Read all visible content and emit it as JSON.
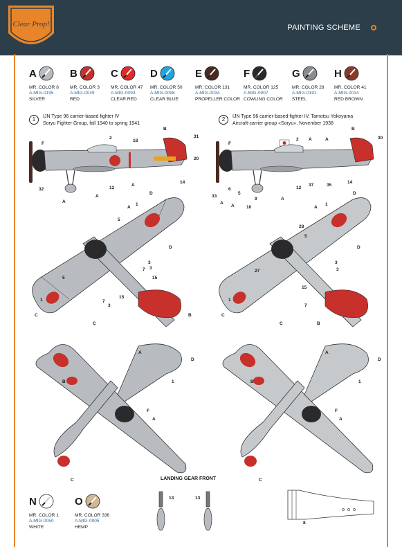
{
  "header": {
    "title": "PAINTING SCHEME",
    "brand": "Clear Prop!"
  },
  "colors": {
    "header_bg": "#2c3e4a",
    "accent": "#e8852b"
  },
  "swatches": [
    {
      "letter": "A",
      "name": "MR. COLOR 8",
      "code": "A.MIG-0195",
      "label": "SILVER",
      "color": "#b8bcc0"
    },
    {
      "letter": "B",
      "name": "MR. COLOR 3",
      "code": "A.MIG-0049",
      "label": "RED",
      "color": "#c8302b"
    },
    {
      "letter": "C",
      "name": "MR. COLOR 47",
      "code": "A.MIG-0093",
      "label": "CLEAR RED",
      "color": "#e02a2a"
    },
    {
      "letter": "D",
      "name": "MR. COLOR 50",
      "code": "A.MIG-0098",
      "label": "CLEAR BLUE",
      "color": "#1fa6e0"
    },
    {
      "letter": "E",
      "name": "MR. COLOR 131",
      "code": "A.MIG-0034",
      "label": "PROPELLER COLOR",
      "color": "#4a2a22"
    },
    {
      "letter": "F",
      "name": "MR. COLOR 125",
      "code": "A.MIG-0907",
      "label": "COWLING COLOR",
      "color": "#2a2a2c"
    },
    {
      "letter": "G",
      "name": "MR. COLOR 28",
      "code": "A.MIG-0191",
      "label": "STEEL",
      "color": "#8a8d90"
    },
    {
      "letter": "H",
      "name": "MR. COLOR 41",
      "code": "A.MIG-0014",
      "label": "RED BROWN",
      "color": "#8b3a28"
    }
  ],
  "bottom_swatches": [
    {
      "letter": "N",
      "name": "MR. COLOR 1",
      "code": "A.MIG-0050",
      "label": "WHITE",
      "color": "#ffffff"
    },
    {
      "letter": "O",
      "name": "MR. COLOR 336",
      "code": "A.MIG-0905",
      "label": "HEMP",
      "color": "#cfb994"
    }
  ],
  "schemes": [
    {
      "number": "1",
      "line1": "IJN Type 96 carrier-based fighter IV",
      "line2": "Soryu Fighter Group, fall 1940 to spring 1941"
    },
    {
      "number": "2",
      "line1": "IJN Type 96 carrier-based fighter IV, Tamotsu Yokoyama",
      "line2": "Aircraft-carrier group «Soryu», November 1938"
    }
  ],
  "side_callouts_1": [
    "B",
    "31",
    "20",
    "18",
    "2",
    "F",
    "14",
    "A",
    "12",
    "32",
    "A",
    "A"
  ],
  "side_callouts_2": [
    "B",
    "30",
    "2",
    "A",
    "A",
    "F",
    "14",
    "35",
    "37",
    "12",
    "6",
    "33",
    "5",
    "9",
    "10",
    "A",
    "A",
    "A"
  ],
  "top_callouts_1": [
    "D",
    "A",
    "1",
    "5",
    "3",
    "D",
    "3",
    "7",
    "15",
    "5",
    "1",
    "C",
    "15",
    "3",
    "C",
    "7",
    "B"
  ],
  "top_callouts_2": [
    "D",
    "A",
    "1",
    "28",
    "5",
    "3",
    "D",
    "27",
    "3",
    "7",
    "15",
    "1",
    "C",
    "C",
    "B"
  ],
  "bottom_callouts_1": [
    "A",
    "D",
    "B",
    "1",
    "F",
    "A",
    "C"
  ],
  "bottom_callouts_2": [
    "A",
    "D",
    "B",
    "1",
    "F",
    "A",
    "C"
  ],
  "landing_gear": {
    "title": "LANDING GEAR FRONT",
    "callouts": [
      "13",
      "13",
      "8"
    ]
  }
}
